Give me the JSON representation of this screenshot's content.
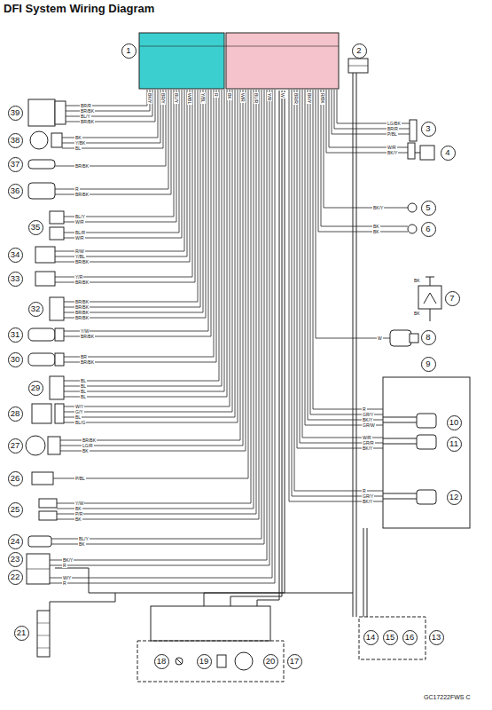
{
  "diagram": {
    "title": "DFI System Wiring Diagram",
    "labels": [
      "GC17222FWS C",
      "1",
      "2",
      "3",
      "4",
      "5",
      "6",
      "7",
      "8",
      "9",
      "10",
      "11",
      "12",
      "13",
      "14",
      "15",
      "16",
      "17",
      "18",
      "19",
      "20",
      "21",
      "22",
      "23",
      "24",
      "25",
      "26",
      "27",
      "28",
      "29",
      "30",
      "31",
      "32",
      "33",
      "34",
      "35",
      "36",
      "37",
      "38",
      "39",
      "BR/R",
      "BR/BK",
      "BL/Y",
      "BR/BK",
      "BK",
      "Y/BK",
      "BL",
      "BR/BK",
      "R",
      "BR/BK",
      "BL/Y",
      "W/R",
      "BL/R",
      "W/R",
      "R/W",
      "Y/BL",
      "BR/BK",
      "Y/R",
      "BR/BK",
      "BR/BK",
      "BR/BK",
      "BR/BK",
      "BR/BK",
      "Y/W",
      "BR/BK",
      "BR",
      "BR/BK",
      "BL",
      "BL",
      "BL",
      "BL",
      "W/Y",
      "G/Y",
      "BL",
      "BL/G",
      "BR/BK",
      "LG/R",
      "BK",
      "P/BL",
      "Y/W",
      "BK",
      "P/R",
      "BK",
      "BL/Y",
      "BK",
      "BK/Y",
      "R",
      "W/Y",
      "R",
      "LG/BK",
      "BR/R",
      "P/BL",
      "W/R",
      "BK/Y",
      "BK/Y",
      "BK",
      "BK",
      "W",
      "R",
      "GR/Y",
      "BK/Y",
      "GR/W",
      "W/R",
      "GR/R",
      "BK/Y",
      "R",
      "GR/Y",
      "BK/Y",
      "BK",
      "BK",
      "BK/Y",
      "BR/Y",
      "BL/Y",
      "W/BL",
      "Y/BL",
      "R",
      "BK",
      "W/R",
      "BL/R",
      "Y/R",
      "W",
      "BR/R",
      "BK/Y",
      "R/BK"
    ]
  }
}
